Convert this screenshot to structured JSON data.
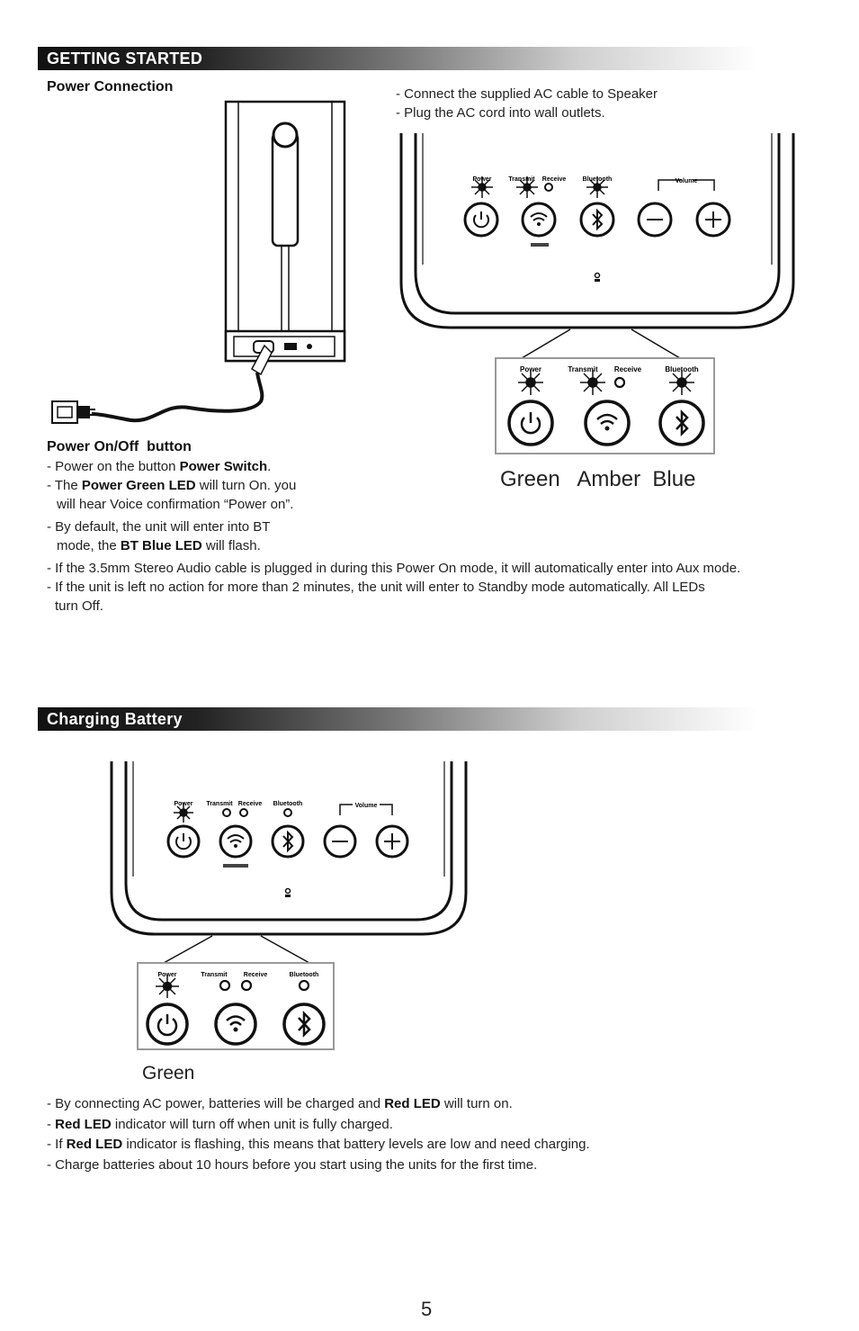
{
  "getting_started": {
    "banner": "GETTING STARTED",
    "power_connection": {
      "heading": "Power Connection",
      "instructions": [
        "- Connect the supplied AC cable to Speaker",
        "- Plug the AC cord into wall outlets."
      ]
    },
    "panel": {
      "led_labels": [
        "Power",
        "Transmit",
        "Receive",
        "Bluetooth"
      ],
      "volume_label": "Volume",
      "caption": "Green   Amber  Blue"
    },
    "power_onoff": {
      "heading": "Power On/Off  button",
      "line1": {
        "a": "- Power on the button ",
        "b": "Power Switch",
        "c": "."
      },
      "line2": {
        "a": "- The ",
        "b": "Power Green LED",
        "c": " will turn On.  you",
        "d": "will hear Voice confirmation “Power on”."
      },
      "line3": {
        "a": "-  By default, the unit will enter into  BT",
        "b": "mode, the ",
        "c": "BT Blue LED",
        "d": " will flash."
      },
      "notes": [
        "- If the 3.5mm Stereo Audio cable is plugged in during this Power On mode, it will automatically enter into  Aux mode.",
        "- If the unit is left no action for more than 2 minutes, the unit will enter to Standby mode automatically. All LEDs",
        "turn Off."
      ]
    }
  },
  "charging": {
    "banner": "Charging Battery",
    "caption": "Green",
    "lines": [
      {
        "a": "- By connecting AC power, batteries will be charged and ",
        "b": "Red LED",
        "c": " will turn on."
      },
      {
        "a": "- ",
        "b": "Red LED",
        "c": " indicator will turn off when unit is fully charged."
      },
      {
        "a": "- If ",
        "b": "Red LED",
        "c": " indicator is flashing, this means that battery levels are low and need charging."
      },
      {
        "a": "- Charge batteries about 10 hours before you start using the units for the first time.",
        "b": "",
        "c": ""
      }
    ]
  },
  "page_number": "5"
}
